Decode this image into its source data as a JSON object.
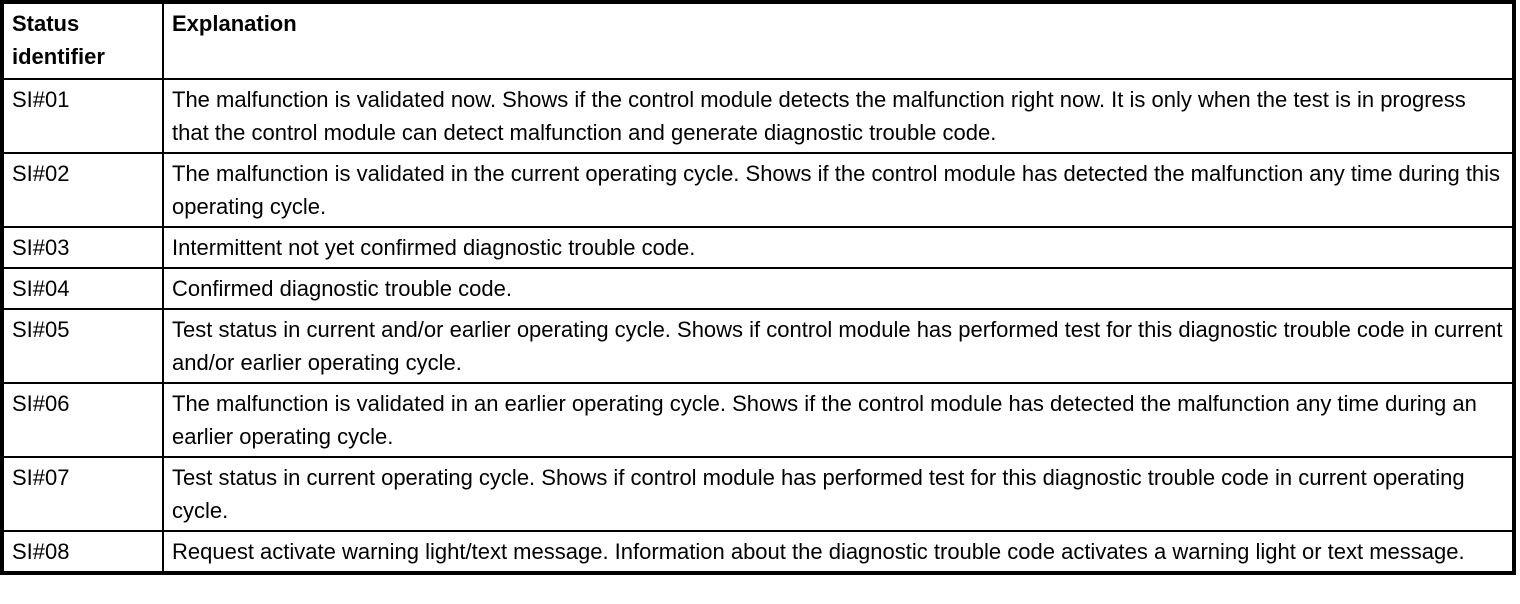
{
  "colors": {
    "background": "#ffffff",
    "border": "#000000",
    "text": "#000000"
  },
  "table": {
    "header": {
      "status_identifier": "Status identifier",
      "explanation": "Explanation"
    },
    "rows": [
      {
        "id": "SI#01",
        "explanation": "The malfunction is validated now. Shows if the control module detects the malfunction right now. It is only when the test is in progress that the control module can detect malfunction and generate diagnostic trouble code."
      },
      {
        "id": "SI#02",
        "explanation": "The malfunction is validated in the current operating cycle. Shows if the control module has detected the malfunction any time during this operating cycle."
      },
      {
        "id": "SI#03",
        "explanation": "Intermittent not yet confirmed diagnostic trouble code."
      },
      {
        "id": "SI#04",
        "explanation": "Confirmed diagnostic trouble code."
      },
      {
        "id": "SI#05",
        "explanation": "Test status in current and/or earlier operating cycle. Shows if control module has performed test for this diagnostic trouble code in current and/or earlier operating cycle."
      },
      {
        "id": "SI#06",
        "explanation": "The malfunction is validated in an earlier operating cycle. Shows if the control module has detected the malfunction any time during an earlier operating cycle."
      },
      {
        "id": "SI#07",
        "explanation": "Test status in current operating cycle. Shows if control module has performed test for this diagnostic trouble code in current operating cycle."
      },
      {
        "id": "SI#08",
        "explanation": "Request activate warning light/text message. Information about the diagnostic trouble code activates a warning light or text message."
      }
    ]
  }
}
